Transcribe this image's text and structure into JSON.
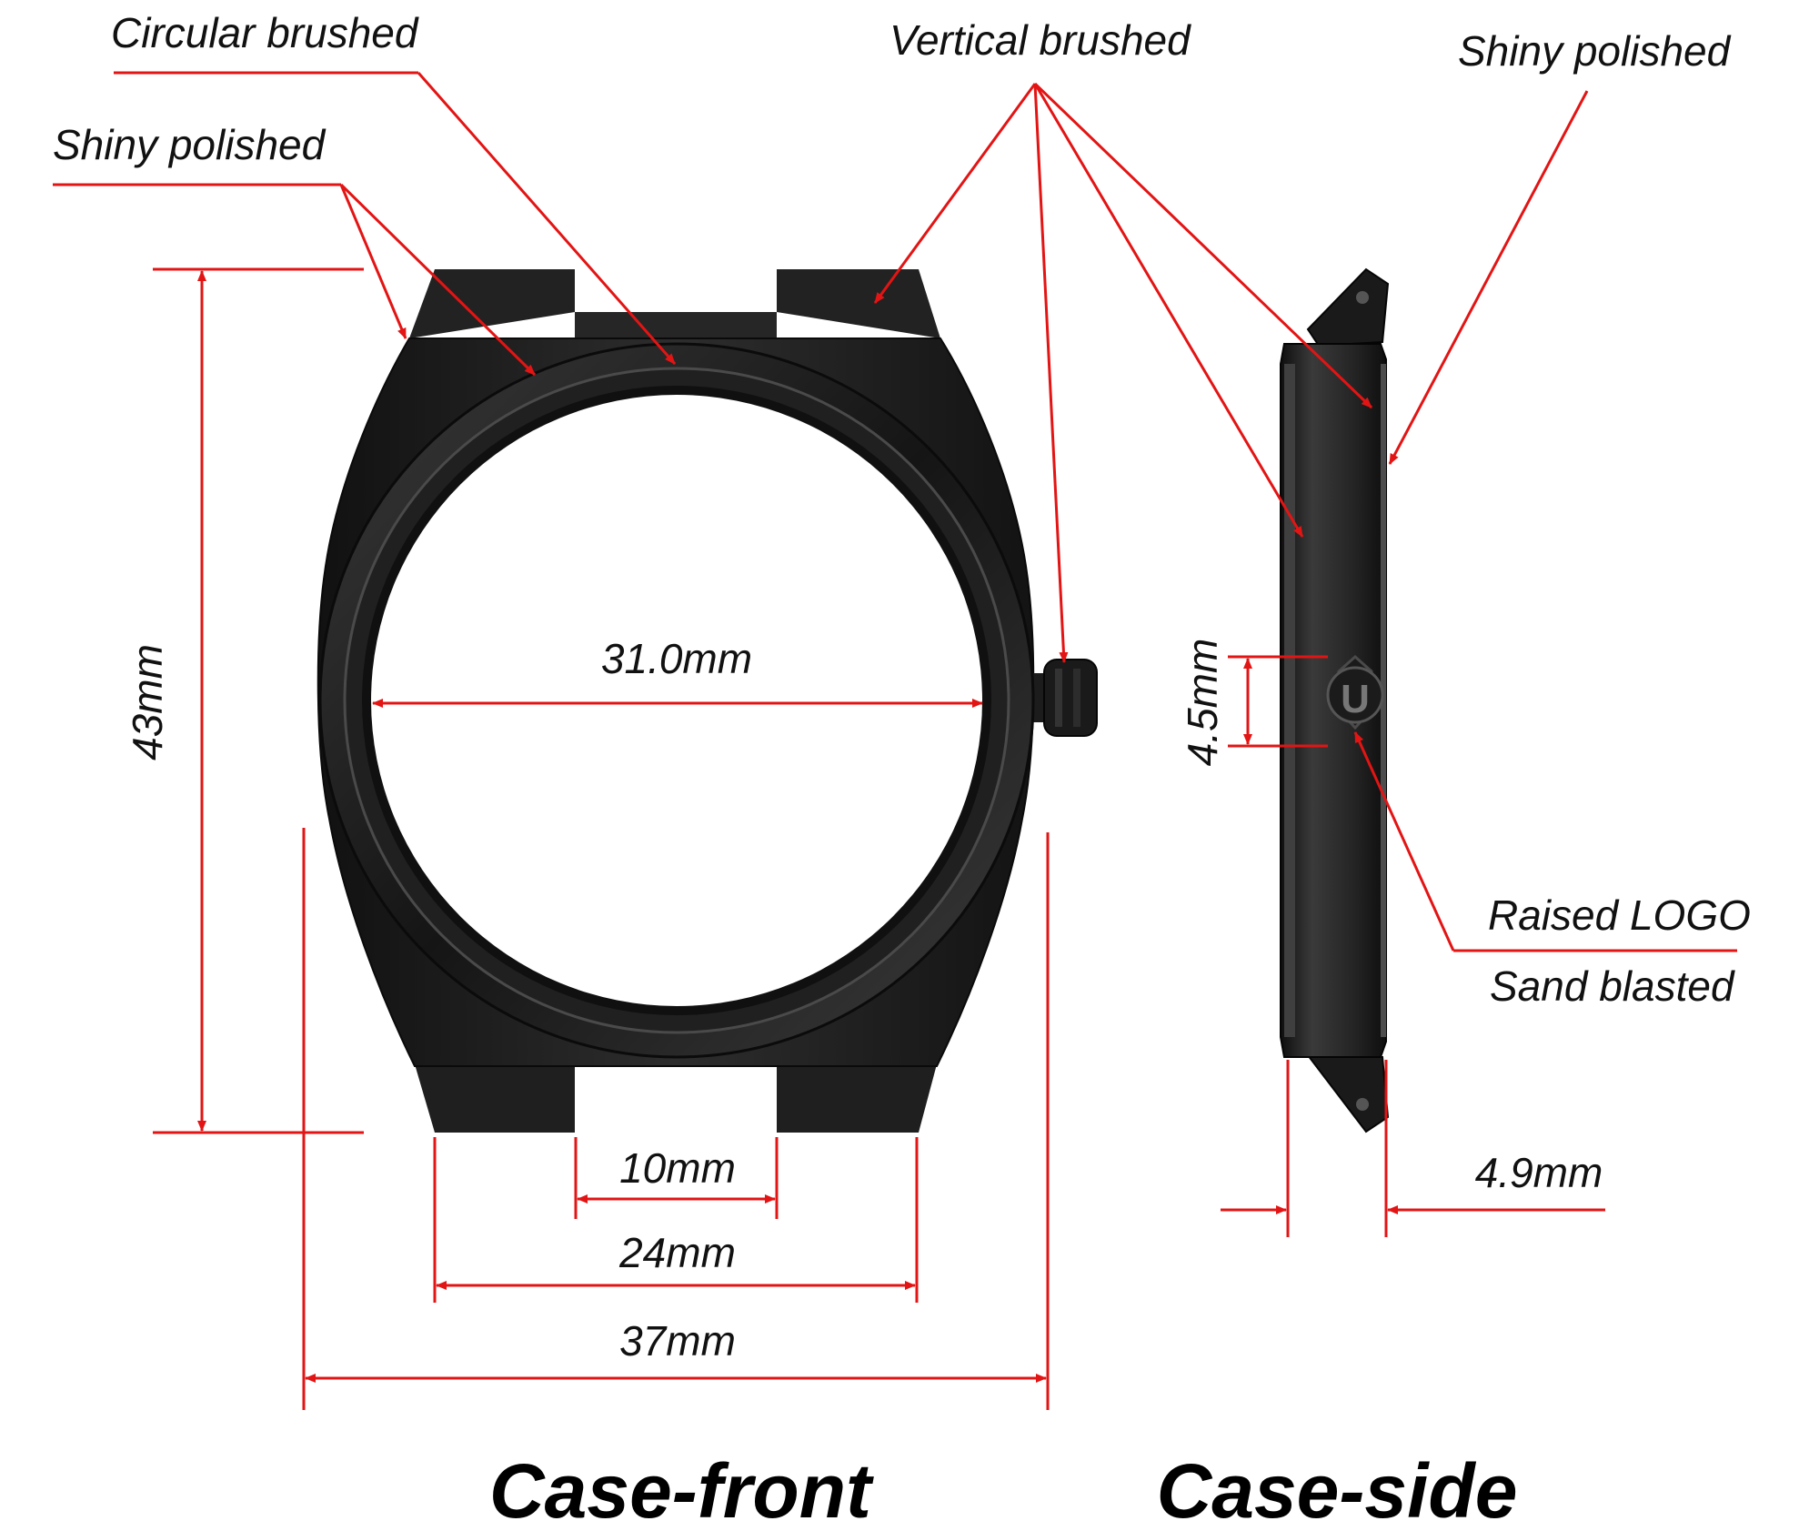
{
  "labels": {
    "circular_brushed": "Circular brushed",
    "shiny_polished_left": "Shiny polished",
    "vertical_brushed": "Vertical brushed",
    "shiny_polished_right": "Shiny polished",
    "raised_logo": "Raised LOGO",
    "sand_blasted": "Sand blasted"
  },
  "dimensions": {
    "case_height": "43mm",
    "crystal_diameter": "31.0mm",
    "lug_inner": "10mm",
    "lug_outer": "24mm",
    "case_width": "37mm",
    "crown_height": "4.5mm",
    "case_thickness": "4.9mm"
  },
  "titles": {
    "front": "Case-front",
    "side": "Case-side"
  },
  "logo_letter": "U",
  "colors": {
    "annotation_red": "#e31414",
    "case_dark": "#1b1b1b",
    "case_mid": "#2e2e2e",
    "case_edge": "#454545",
    "text": "#111111"
  }
}
